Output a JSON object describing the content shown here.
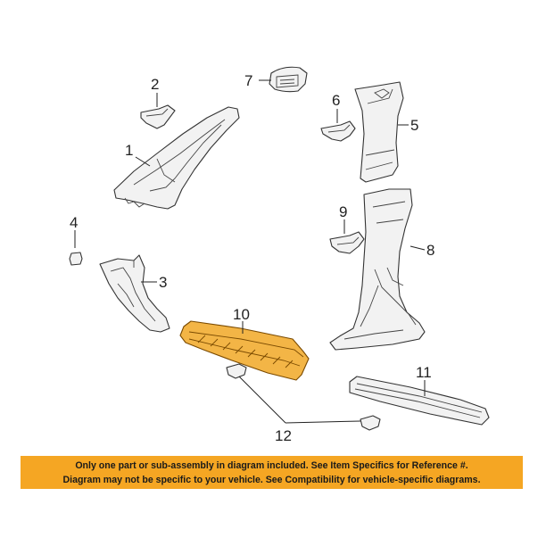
{
  "callouts": {
    "c1": "1",
    "c2": "2",
    "c3": "3",
    "c4": "4",
    "c5": "5",
    "c6": "6",
    "c7": "7",
    "c8": "8",
    "c9": "9",
    "c10": "10",
    "c11": "11",
    "c12": "12"
  },
  "disclaimer": {
    "line1": "Only one part or sub-assembly in diagram included. See Item Specifics for Reference #.",
    "line2": "Diagram may not be specific to your vehicle. See Compatibility for vehicle-specific diagrams."
  },
  "colors": {
    "banner": "#f5a623",
    "highlight_part": "#f3b546"
  }
}
